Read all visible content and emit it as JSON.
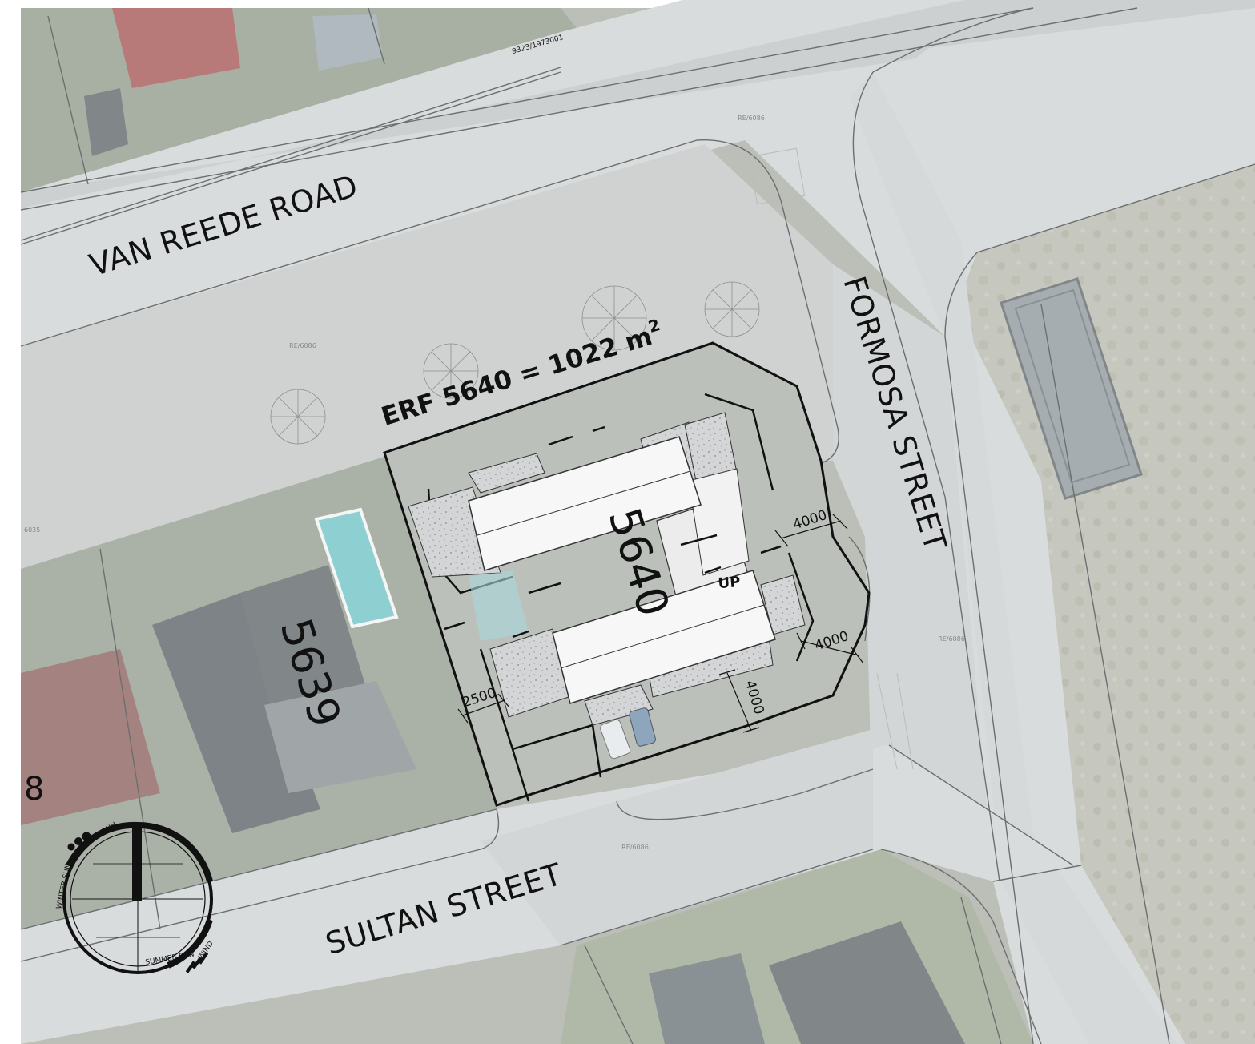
{
  "roads": {
    "van_reede": "VAN REEDE ROAD",
    "formosa": "FORMOSA STREET",
    "sultan": "SULTAN STREET"
  },
  "site": {
    "title": "ERF 5640 = 1022 m",
    "title_sup": "2",
    "erf_number": "5640",
    "neighbour_erf": "5639",
    "partial_erf": "8",
    "up_label": "UP"
  },
  "dimensions": [
    "4000",
    "4000",
    "4000",
    "2500"
  ],
  "small_labels": {
    "servitude": "9323/1973001",
    "re_labels": [
      "RE/6086",
      "RE/6086",
      "RE/6086",
      "RE/6086"
    ],
    "left_edge": "6035"
  },
  "compass": {
    "rain": "RAIN",
    "winter_sun": "WINTER SUN",
    "summer_sun": "SUMMER SUN",
    "wind": "WIND"
  },
  "colors": {
    "road": "#d9dcdd",
    "sidewalk": "#c9cccd",
    "aerial_green": "#9aa698",
    "roof_dark": "#5e6568",
    "roof_red": "#a45454",
    "pool": "#6fc3c6",
    "building": "#f7f7f7",
    "hatch": "#d2d4d5",
    "line": "#111111"
  }
}
